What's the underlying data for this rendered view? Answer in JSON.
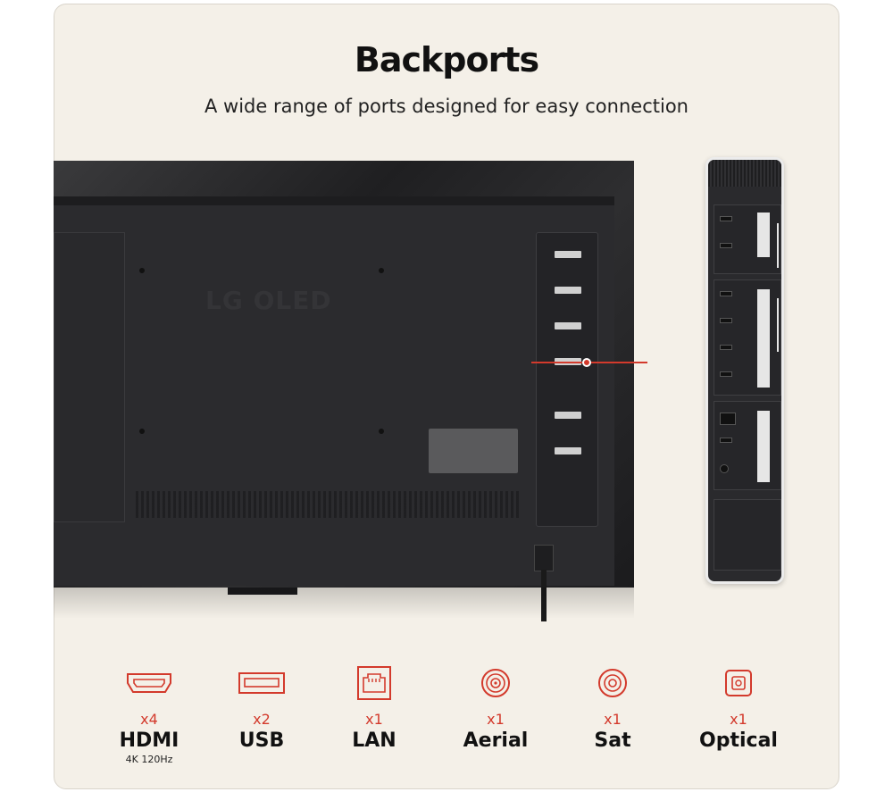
{
  "header": {
    "title": "Backports",
    "subtitle": "A wide range of ports designed for easy connection"
  },
  "tv": {
    "logo_text": "LG OLED"
  },
  "accent_color": "#d33a2c",
  "ports": [
    {
      "icon": "hdmi-icon",
      "count": "x4",
      "name": "HDMI",
      "sub": "4K 120Hz"
    },
    {
      "icon": "usb-icon",
      "count": "x2",
      "name": "USB",
      "sub": ""
    },
    {
      "icon": "lan-icon",
      "count": "x1",
      "name": "LAN",
      "sub": ""
    },
    {
      "icon": "aerial-icon",
      "count": "x1",
      "name": "Aerial",
      "sub": ""
    },
    {
      "icon": "sat-icon",
      "count": "x1",
      "name": "Sat",
      "sub": ""
    },
    {
      "icon": "optical-icon",
      "count": "x1",
      "name": "Optical",
      "sub": ""
    }
  ]
}
